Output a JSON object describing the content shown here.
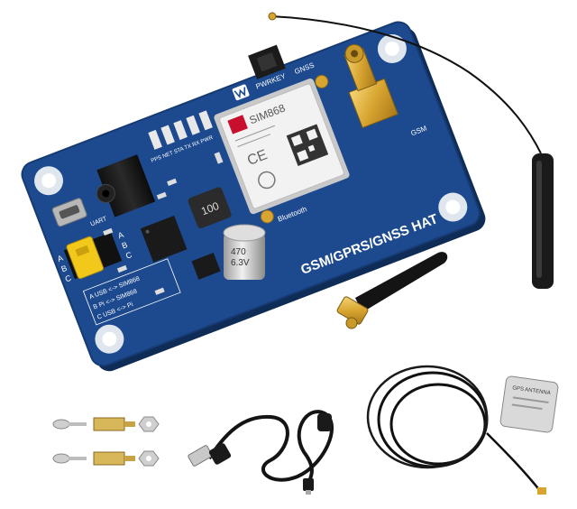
{
  "board": {
    "title": "GSM/GPRS/GNSS HAT",
    "module": "SIM868",
    "cap_value": "470",
    "cap_voltage": "6.3V",
    "inductor": "100",
    "labels": {
      "pwrkey": "PWRKEY",
      "gnss": "GNSS",
      "gsm": "GSM",
      "bluetooth": "Bluetooth",
      "uart": "UART",
      "net_leds": "PPS NET STA TX RX PWR",
      "jumper_a": "A",
      "jumper_b": "B",
      "jumper_c": "C",
      "jumper_a2": "A",
      "jumper_b2": "B",
      "jumper_c2": "C",
      "table_a": "A  USB <-> SIM868",
      "table_b": "B  Pi <-> SIM868",
      "table_c": "C  USB <-> Pi"
    }
  },
  "gps_antenna_label": "GPS ANTENNA",
  "colors": {
    "pcb": "#1d4a8f",
    "pcb_edge": "#163a72",
    "module": "#f2f2f2",
    "jumper": "#f2c81a",
    "gold": "#d8a531"
  }
}
